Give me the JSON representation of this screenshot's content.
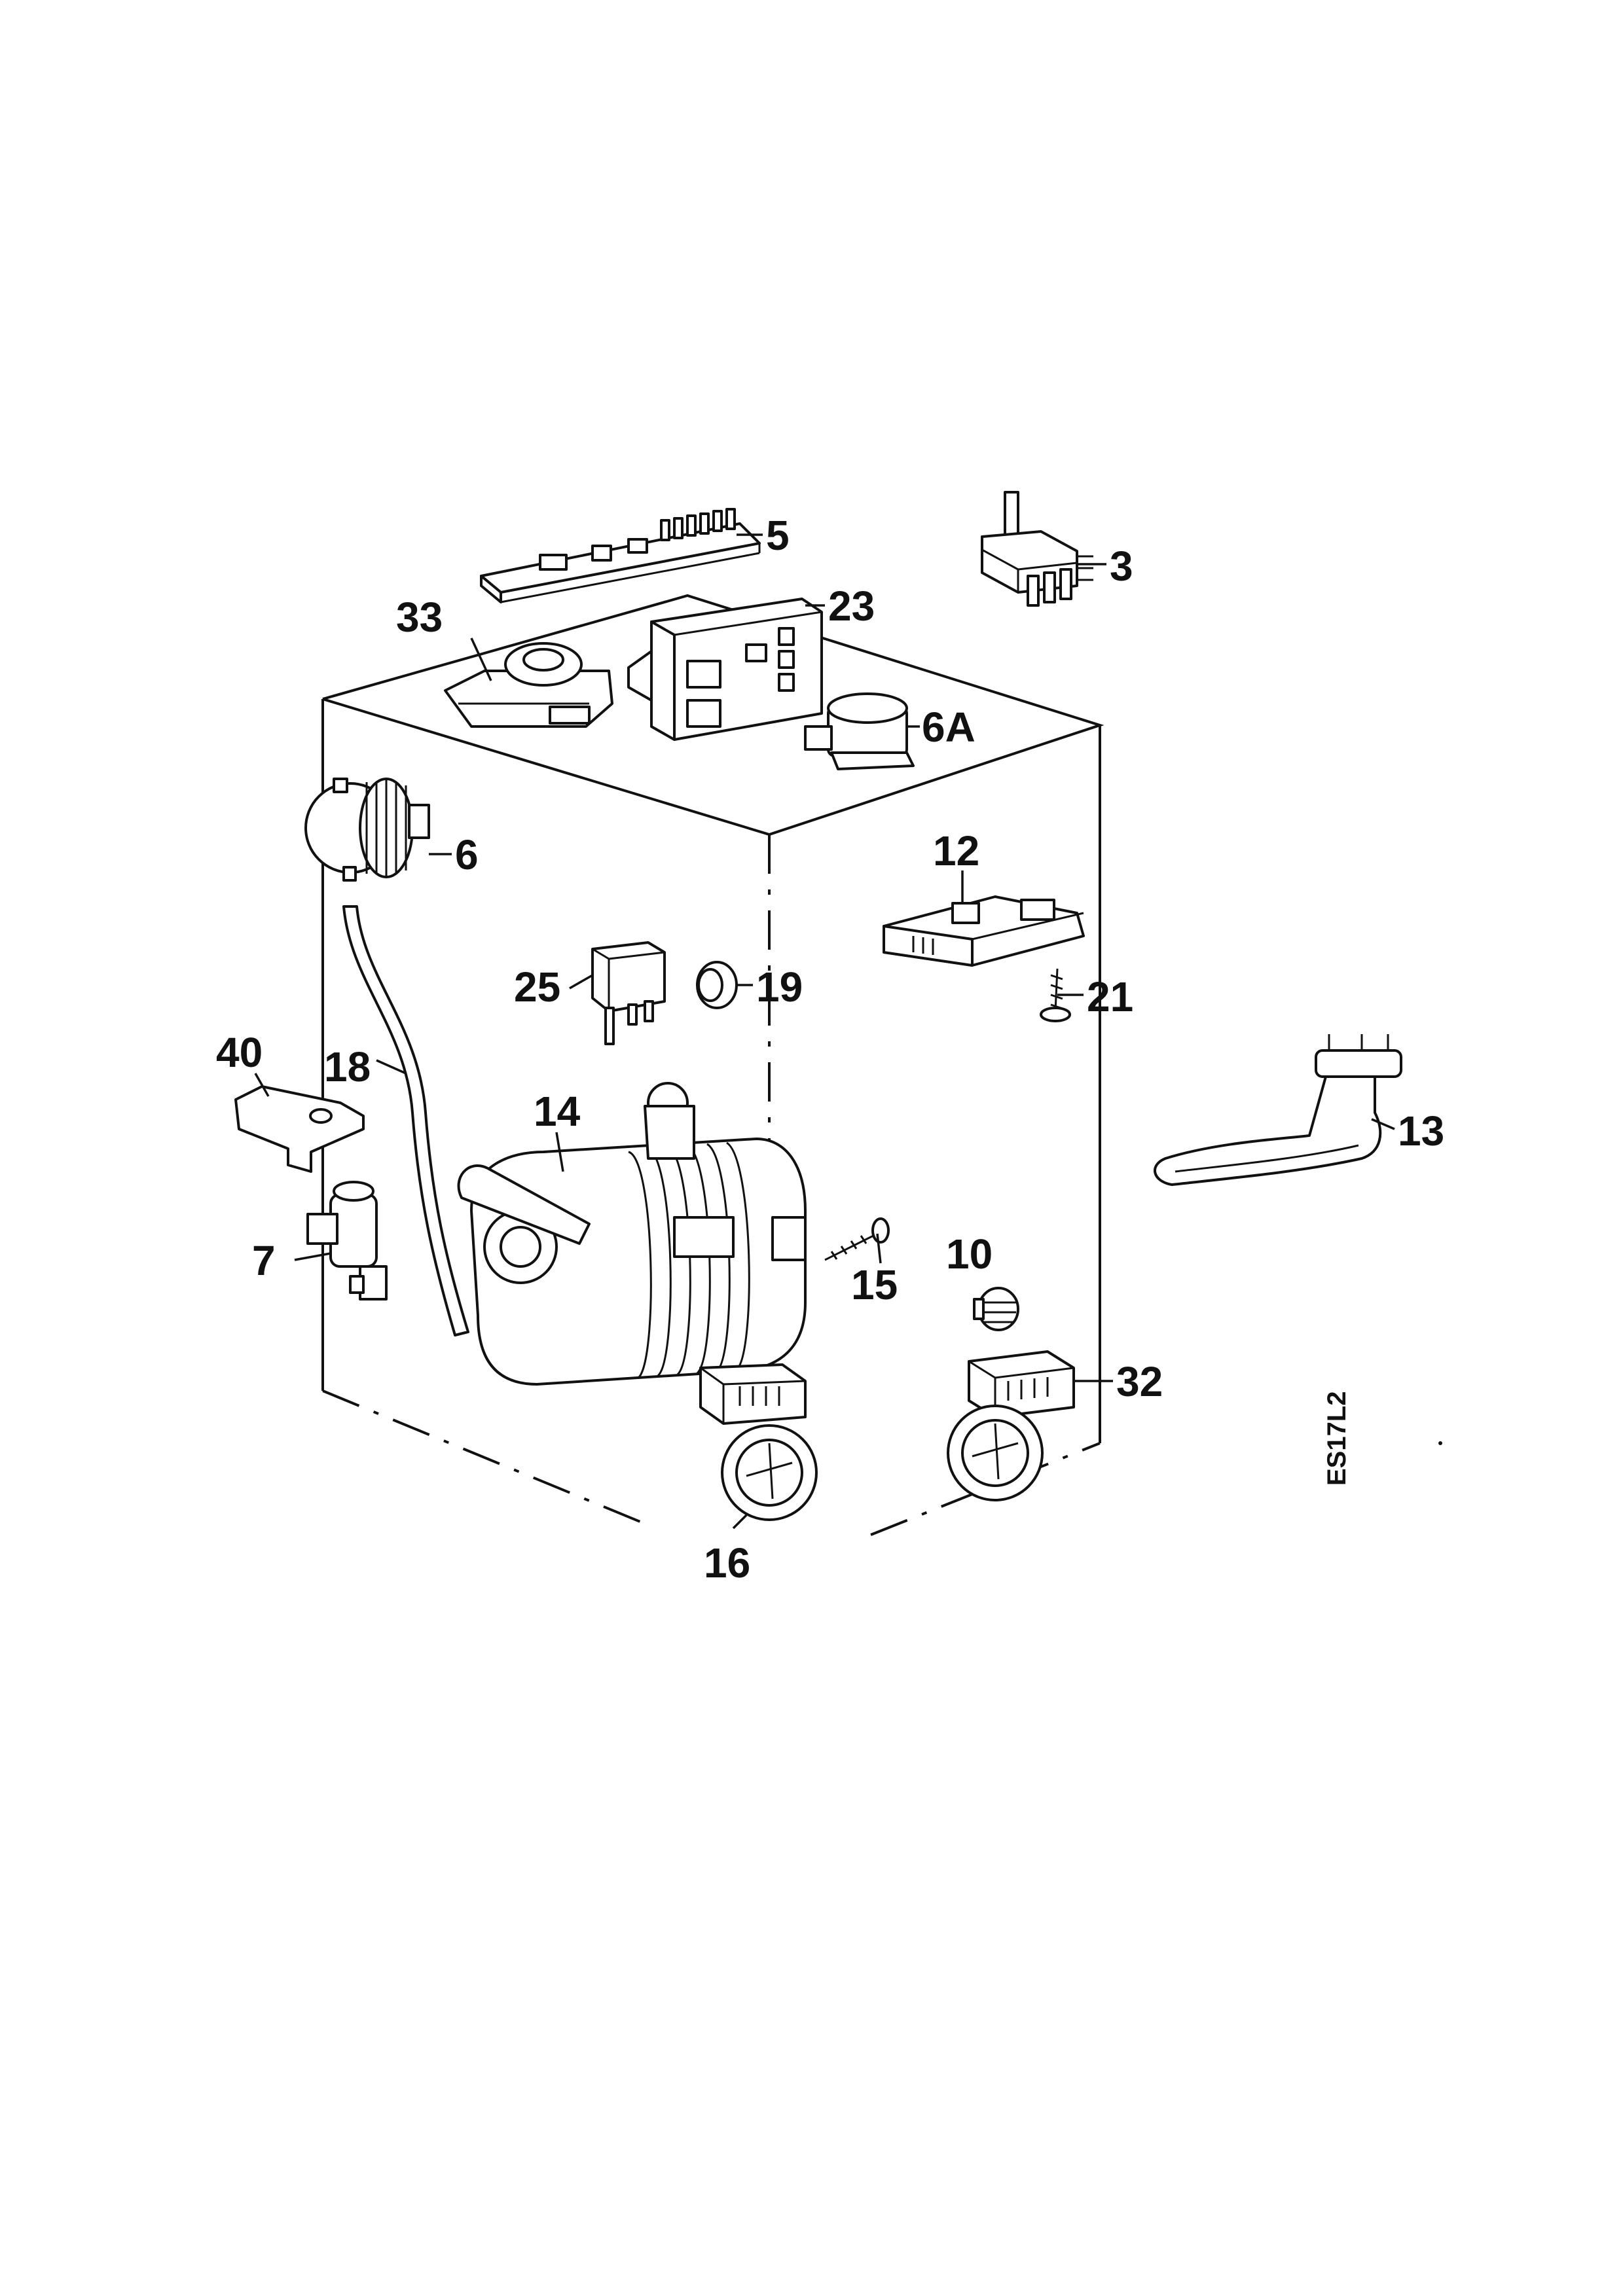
{
  "diagram": {
    "drawing_code": "ES17L2",
    "callouts": [
      "5",
      "3",
      "33",
      "23",
      "6A",
      "6",
      "12",
      "25",
      "19",
      "21",
      "40",
      "18",
      "13",
      "14",
      "15",
      "10",
      "7",
      "32",
      "16"
    ]
  }
}
